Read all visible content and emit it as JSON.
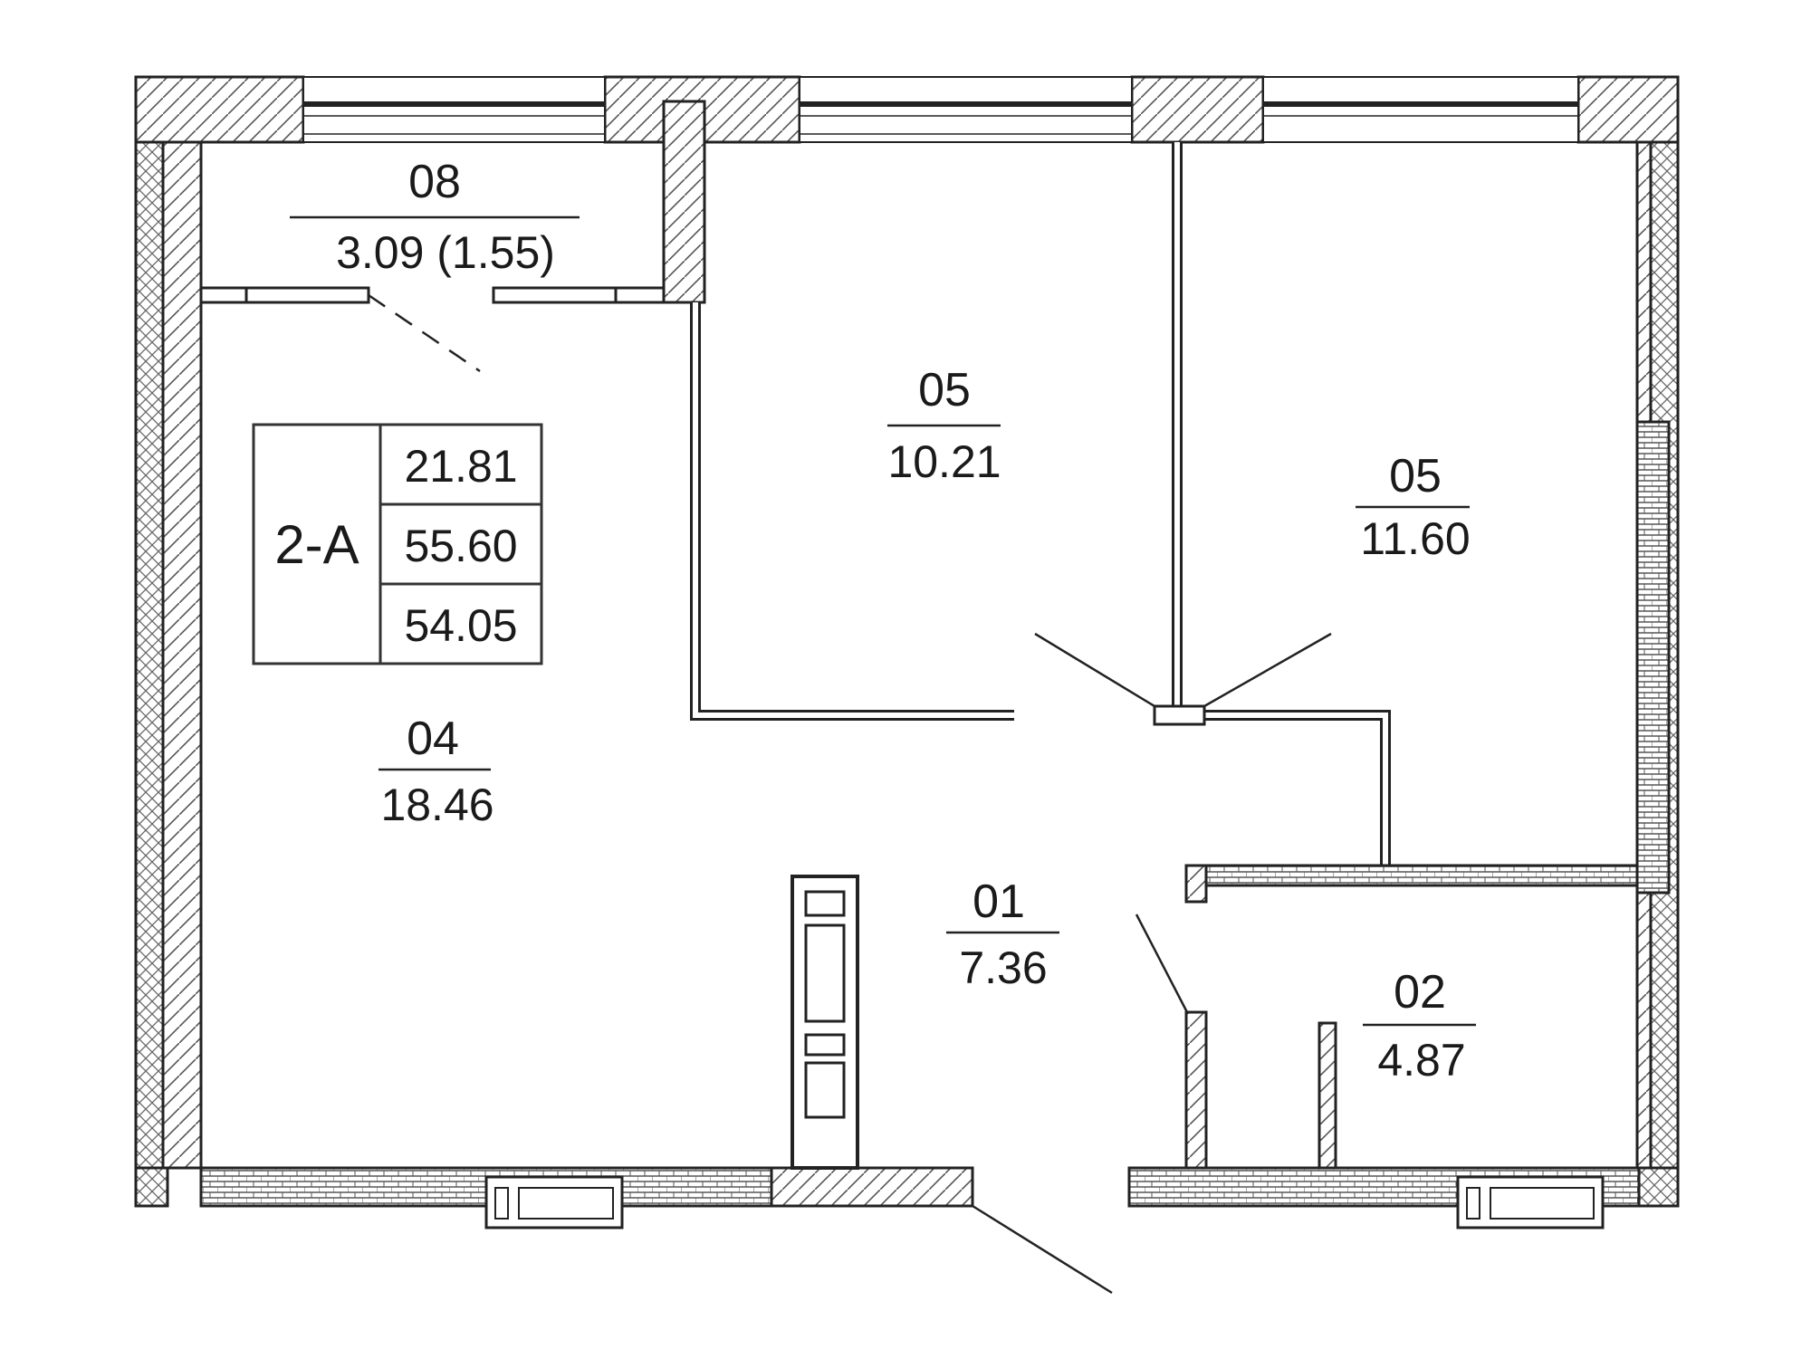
{
  "apartment": {
    "code": "2-A",
    "areas": [
      "21.81",
      "55.60",
      "54.05"
    ]
  },
  "rooms": [
    {
      "number": "08",
      "area": "3.09 (1.55)"
    },
    {
      "number": "05",
      "area": "10.21"
    },
    {
      "number": "05",
      "area": "11.60"
    },
    {
      "number": "04",
      "area": "18.46"
    },
    {
      "number": "01",
      "area": "7.36"
    },
    {
      "number": "02",
      "area": "4.87"
    }
  ]
}
